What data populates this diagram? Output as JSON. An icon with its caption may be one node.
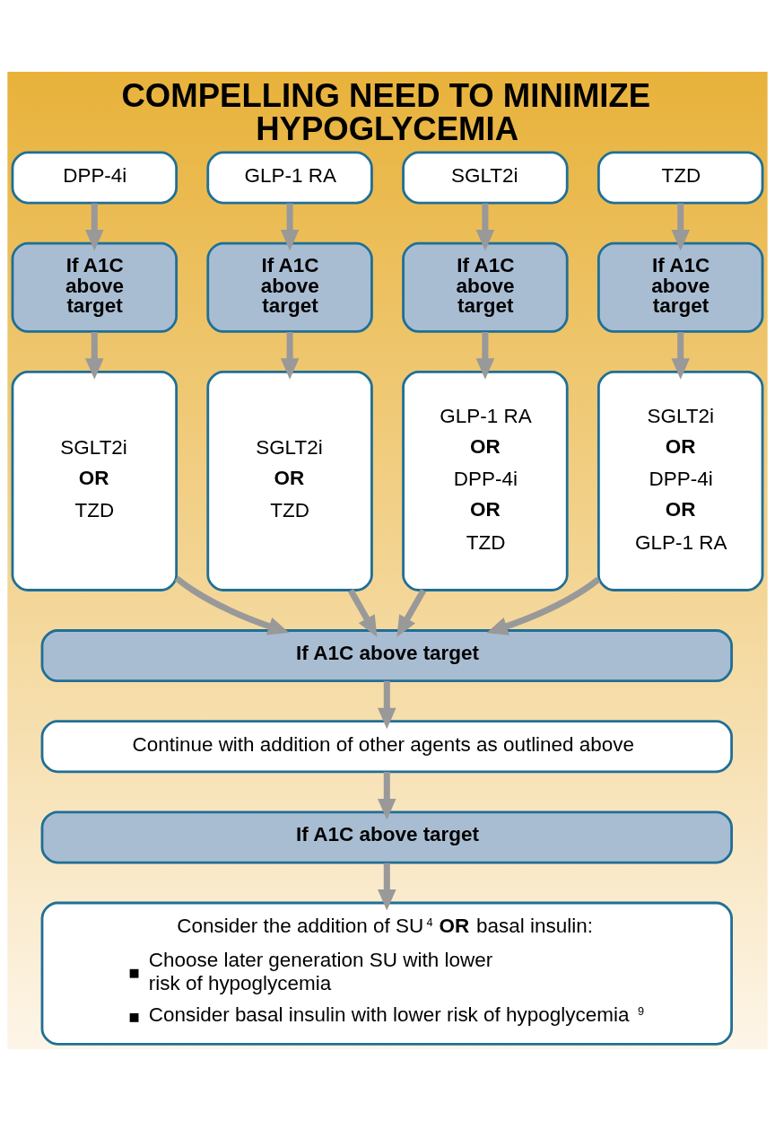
{
  "diagram": {
    "title": "COMPELLING NEED TO MINIMIZE HYPOGLYCEMIA",
    "nodes": [
      {
        "text": [
          "DPP-4i"
        ]
      },
      {
        "text": [
          "GLP-1 RA"
        ]
      },
      {
        "text": [
          "SGLT2i"
        ]
      },
      {
        "text": [
          "TZD"
        ]
      },
      {
        "text": [
          "If A1C above target"
        ]
      },
      {
        "text": [
          "If A1C above target"
        ]
      },
      {
        "text": [
          "If A1C above target"
        ]
      },
      {
        "text": [
          "If A1C above target"
        ]
      },
      {
        "text": [
          "SGLT2i",
          "OR",
          "TZD"
        ]
      },
      {
        "text": [
          "SGLT2i",
          "OR",
          "TZD"
        ]
      },
      {
        "text": [
          "GLP-1 RA",
          "OR",
          "DPP-4i",
          "OR",
          "TZD"
        ]
      },
      {
        "text": [
          "SGLT2i",
          "OR",
          "DPP-4i",
          "OR",
          "GLP-1 RA"
        ]
      },
      {
        "text": [
          "If A1C above target"
        ]
      },
      {
        "text": [
          "Continue with addition of other agents as outlined above"
        ]
      },
      {
        "text": [
          "If A1C above target"
        ]
      },
      {
        "text": [
          "Consider the addition of SU$^{4}$ **OR** basal insulin:",
          "Choose later generation SU with lower risk of hypoglycemia",
          "Consider basal insulin with lower risk of hypoglycemia$^{9}$"
        ]
      }
    ],
    "edges": [
      {
        "from": 0,
        "to": 4,
        "arrow": "to"
      },
      {
        "from": 1,
        "to": 5,
        "arrow": "to"
      },
      {
        "from": 2,
        "to": 6,
        "arrow": "to"
      },
      {
        "from": 3,
        "to": 7,
        "arrow": "to"
      },
      {
        "from": 4,
        "to": 8,
        "arrow": "to"
      },
      {
        "from": 5,
        "to": 9,
        "arrow": "to"
      },
      {
        "from": 6,
        "to": 10,
        "arrow": "to"
      },
      {
        "from": 7,
        "to": 11,
        "arrow": "to"
      },
      {
        "from": 8,
        "to": 12,
        "arrow": "to"
      },
      {
        "from": 9,
        "to": 12,
        "arrow": "to"
      },
      {
        "from": 10,
        "to": 12,
        "arrow": "to"
      },
      {
        "from": 11,
        "to": 12,
        "arrow": "to"
      },
      {
        "from": 12,
        "to": 13,
        "arrow": "to"
      },
      {
        "from": 13,
        "to": 14,
        "arrow": "to"
      },
      {
        "from": 14,
        "to": 15,
        "arrow": "to"
      }
    ]
  }
}
